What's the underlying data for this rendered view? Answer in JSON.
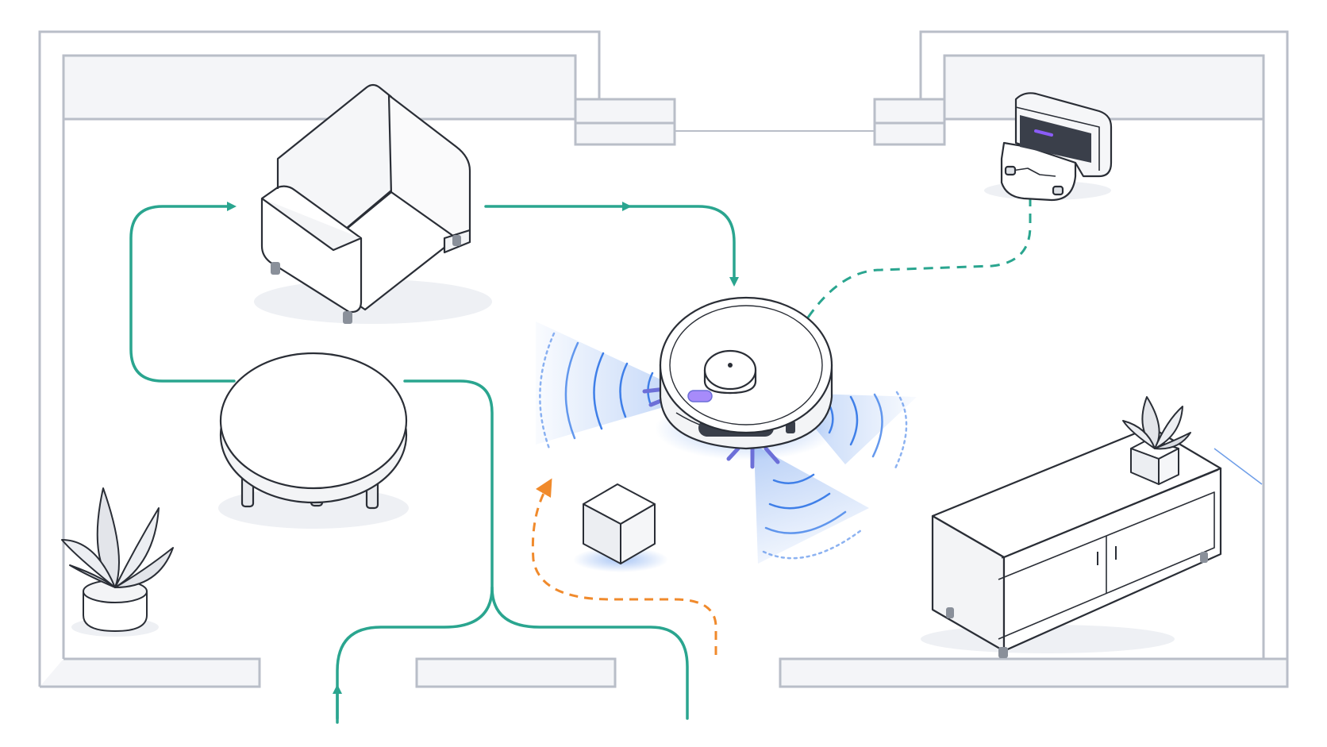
{
  "scene": {
    "description_visible_text": "",
    "colors": {
      "background": "#ffffff",
      "wall_stroke": "#b9bec8",
      "wall_fill": "#f4f5f8",
      "furniture_stroke": "#2a2e36",
      "furniture_fill": "#f3f4f6",
      "path_teal": "#2aa58f",
      "path_orange": "#f08a2c",
      "sensor_blue": "#3f7fe8",
      "dock_accent": "#8b5cf6"
    },
    "icons": [
      "armchair-icon",
      "round-table-icon",
      "potted-plant-icon",
      "robot-vacuum-icon",
      "charging-dock-icon",
      "obstacle-cube-icon",
      "tv-cabinet-icon"
    ],
    "paths": {
      "main_route": "solid",
      "return_to_dock": "dashed",
      "obstacle_avoidance": "dashed"
    }
  }
}
